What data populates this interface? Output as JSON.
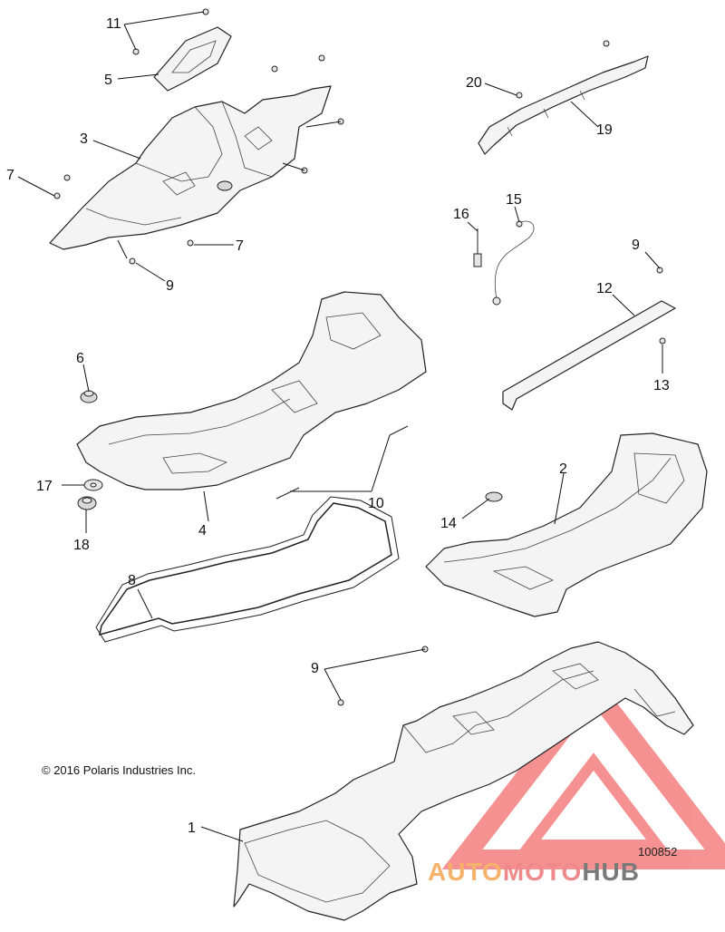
{
  "diagram": {
    "copyright": "© 2016 Polaris Industries Inc.",
    "diagram_number": "100852",
    "callouts": [
      "1",
      "2",
      "3",
      "4",
      "5",
      "6",
      "7",
      "7",
      "8",
      "9",
      "9",
      "9",
      "10",
      "11",
      "12",
      "13",
      "14",
      "15",
      "16",
      "17",
      "18",
      "19",
      "20"
    ]
  },
  "watermark": {
    "part_a": "AUTO",
    "part_b": "MOTO",
    "part_c": "HUB",
    "colors": {
      "a": "#f6b26b",
      "b": "#f08a8a",
      "c": "#7a7a7a",
      "triangle": "#f26d6d"
    }
  }
}
